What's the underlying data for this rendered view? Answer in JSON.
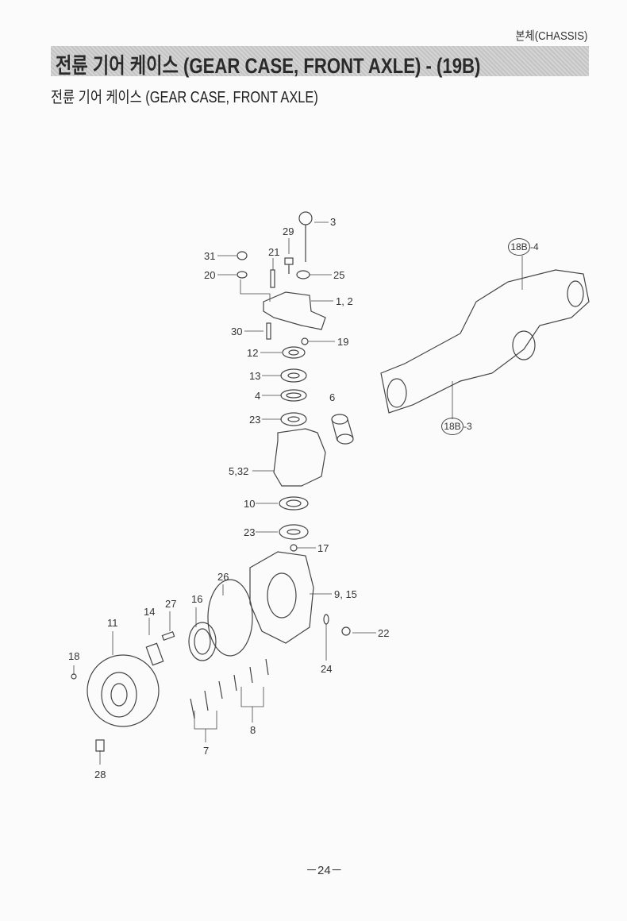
{
  "header": {
    "section": "본체(CHASSIS)",
    "title": "전륜 기어 케이스  (GEAR CASE, FRONT AXLE) - (19B)",
    "subtitle": "전륜 기어 케이스 (GEAR CASE, FRONT AXLE)"
  },
  "callouts": [
    "3",
    "29",
    "31",
    "21",
    "20",
    "25",
    "1, 2",
    "30",
    "19",
    "12",
    "13",
    "4",
    "6",
    "23",
    "5,32",
    "10",
    "23",
    "17",
    "26",
    "9, 15",
    "16",
    "27",
    "14",
    "11",
    "22",
    "18",
    "24",
    "8",
    "7",
    "28"
  ],
  "references": [
    {
      "code": "18B",
      "suffix": "-4"
    },
    {
      "code": "18B",
      "suffix": "-3"
    }
  ],
  "footer": {
    "page": "－24－"
  }
}
